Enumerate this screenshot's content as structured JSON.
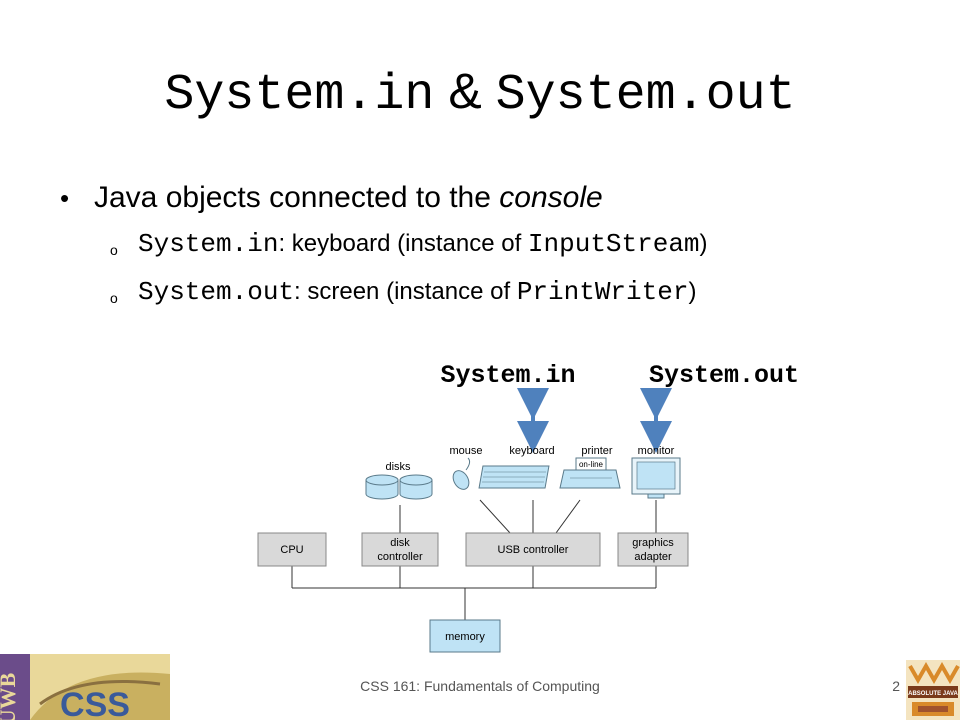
{
  "slide": {
    "title": {
      "part1": "System.in",
      "amp": " & ",
      "part2": "System.out"
    },
    "bullet1": {
      "text": "Java objects connected to the ",
      "emphasis": "console"
    },
    "sub1": {
      "code": "System.in",
      "text": ": keyboard (instance of ",
      "code2": "InputStream",
      "close": ")"
    },
    "sub2": {
      "code": "System.out",
      "text": ": screen (instance of ",
      "code2": "PrintWriter",
      "close": ")"
    }
  },
  "diagram": {
    "label_in": "System.in",
    "label_out": "System.out",
    "devices": {
      "mouse": "mouse",
      "keyboard": "keyboard",
      "printer": "printer",
      "printer_panel": "on-line",
      "monitor": "monitor",
      "disks": "disks"
    },
    "boxes": {
      "cpu": "CPU",
      "disk_ctrl_1": "disk",
      "disk_ctrl_2": "controller",
      "usb": "USB controller",
      "graphics_1": "graphics",
      "graphics_2": "adapter",
      "memory": "memory"
    },
    "colors": {
      "arrow": "#4f81bd",
      "box": "#d9d9d9",
      "device": "#bfe3f5"
    }
  },
  "footer": {
    "course": "CSS 161: Fundamentals of Computing",
    "page": "2"
  },
  "logos": {
    "left": "UWB CSS",
    "right": "ABSOLUTE JAVA"
  }
}
